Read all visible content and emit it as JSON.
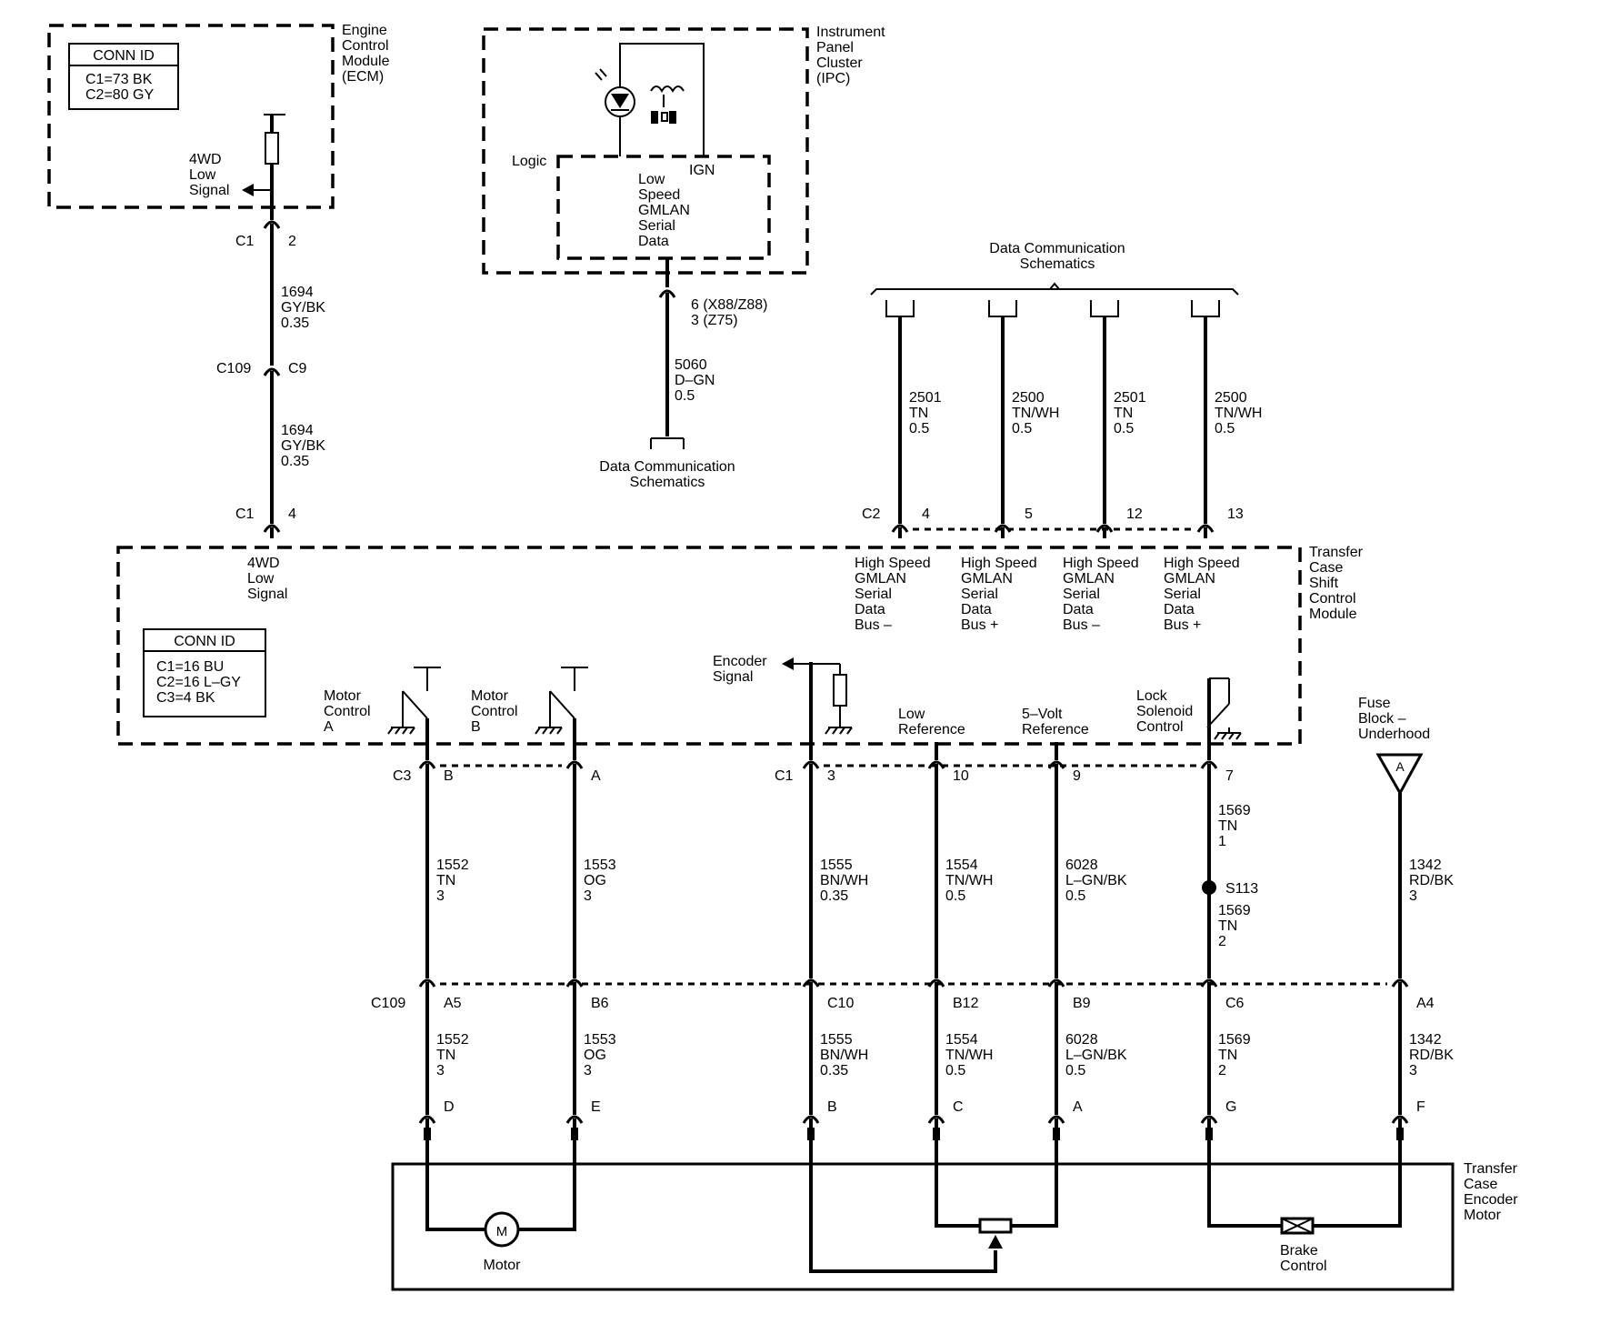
{
  "modules": {
    "ecm": {
      "name": [
        "Engine",
        "Control",
        "Module",
        "(ECM)"
      ],
      "conn_id": {
        "title": "CONN ID",
        "rows": [
          "C1=73 BK",
          "C2=80 GY"
        ]
      },
      "pin_label": [
        "4WD",
        "Low",
        "Signal"
      ]
    },
    "ipc": {
      "name": [
        "Instrument",
        "Panel",
        "Cluster",
        "(IPC)"
      ],
      "logic_label": "Logic",
      "ign_label": "IGN",
      "data_label": [
        "Low",
        "Speed",
        "GMLAN",
        "Serial",
        "Data"
      ]
    },
    "tcscm": {
      "name": [
        "Transfer",
        "Case",
        "Shift",
        "Control",
        "Module"
      ],
      "conn_id": {
        "title": "CONN ID",
        "rows": [
          "C1=16 BU",
          "C2=16 L–GY",
          "C3=4 BK"
        ]
      },
      "pin_label": [
        "4WD",
        "Low",
        "Signal"
      ]
    },
    "encoder_motor": {
      "name": [
        "Transfer",
        "Case",
        "Encoder",
        "Motor"
      ]
    }
  },
  "ecm_circuit": {
    "c1_top": {
      "conn": "C1",
      "pin": "2"
    },
    "wire1": [
      "1694",
      "GY/BK",
      "0.35"
    ],
    "c109": {
      "conn": "C109",
      "pin": "C9"
    },
    "wire2": [
      "1694",
      "GY/BK",
      "0.35"
    ],
    "c1_bottom": {
      "conn": "C1",
      "pin": "4"
    }
  },
  "ipc_circuit": {
    "pins": [
      "6 (X88/Z88)",
      "3 (Z75)"
    ],
    "wire": [
      "5060",
      "D–GN",
      "0.5"
    ],
    "dest": [
      "Data Communication",
      "Schematics"
    ]
  },
  "gmlan": {
    "header": [
      "Data Communication",
      "Schematics"
    ],
    "conn": "C2",
    "wires": [
      {
        "wire": [
          "2501",
          "TN",
          "0.5"
        ],
        "pin": "4",
        "label": [
          "High  Speed",
          "GMLAN",
          "Serial",
          "Data",
          "Bus –"
        ]
      },
      {
        "wire": [
          "2500",
          "TN/WH",
          "0.5"
        ],
        "pin": "5",
        "label": [
          "High  Speed",
          "GMLAN",
          "Serial",
          "Data",
          "Bus +"
        ]
      },
      {
        "wire": [
          "2501",
          "TN",
          "0.5"
        ],
        "pin": "12",
        "label": [
          "High  Speed",
          "GMLAN",
          "Serial",
          "Data",
          "Bus –"
        ]
      },
      {
        "wire": [
          "2500",
          "TN/WH",
          "0.5"
        ],
        "pin": "13",
        "label": [
          "High  Speed",
          "GMLAN",
          "Serial",
          "Data",
          "Bus +"
        ]
      }
    ]
  },
  "internal_labels": {
    "motor_a": [
      "Motor",
      "Control",
      "A"
    ],
    "motor_b": [
      "Motor",
      "Control",
      "B"
    ],
    "encoder": [
      "Encoder",
      "Signal"
    ],
    "low_ref": [
      "Low",
      "Reference"
    ],
    "five_v": [
      "5–Volt",
      "Reference"
    ],
    "lock": [
      "Lock",
      "Solenoid",
      "Control"
    ],
    "fuse": [
      "Fuse",
      "Block –",
      "Underhood"
    ],
    "fuse_tag": "A"
  },
  "connectors": {
    "c3": "C3",
    "c1": "C1",
    "c109": "C109"
  },
  "circuits": [
    {
      "id": "motor-a",
      "upper_pin": "B",
      "upper": [
        "1552",
        "TN",
        "3"
      ],
      "c109_pin": "A5",
      "lower": [
        "1552",
        "TN",
        "3"
      ],
      "motor_pin": "D"
    },
    {
      "id": "motor-b",
      "upper_pin": "A",
      "upper": [
        "1553",
        "OG",
        "3"
      ],
      "c109_pin": "B6",
      "lower": [
        "1553",
        "OG",
        "3"
      ],
      "motor_pin": "E"
    },
    {
      "id": "encoder",
      "upper_pin": "3",
      "upper": [
        "1555",
        "BN/WH",
        "0.35"
      ],
      "c109_pin": "C10",
      "lower": [
        "1555",
        "BN/WH",
        "0.35"
      ],
      "motor_pin": "B"
    },
    {
      "id": "low-ref",
      "upper_pin": "10",
      "upper": [
        "1554",
        "TN/WH",
        "0.5"
      ],
      "c109_pin": "B12",
      "lower": [
        "1554",
        "TN/WH",
        "0.5"
      ],
      "motor_pin": "C"
    },
    {
      "id": "five-volt",
      "upper_pin": "9",
      "upper": [
        "6028",
        "L–GN/BK",
        "0.5"
      ],
      "c109_pin": "B9",
      "lower": [
        "6028",
        "L–GN/BK",
        "0.5"
      ],
      "motor_pin": "A"
    },
    {
      "id": "lock",
      "upper_pin": "7",
      "upper": [
        "1569",
        "TN",
        "1"
      ],
      "splice": "S113",
      "upper2": [
        "1569",
        "TN",
        "2"
      ],
      "c109_pin": "C6",
      "lower": [
        "1569",
        "TN",
        "2"
      ],
      "motor_pin": "G"
    },
    {
      "id": "fuse",
      "upper": [
        "1342",
        "RD/BK",
        "3"
      ],
      "c109_pin": "A4",
      "lower": [
        "1342",
        "RD/BK",
        "3"
      ],
      "motor_pin": "F"
    }
  ],
  "components": {
    "motor_symbol": "M",
    "motor_label": "Motor",
    "brake_label": [
      "Brake",
      "Control"
    ]
  }
}
